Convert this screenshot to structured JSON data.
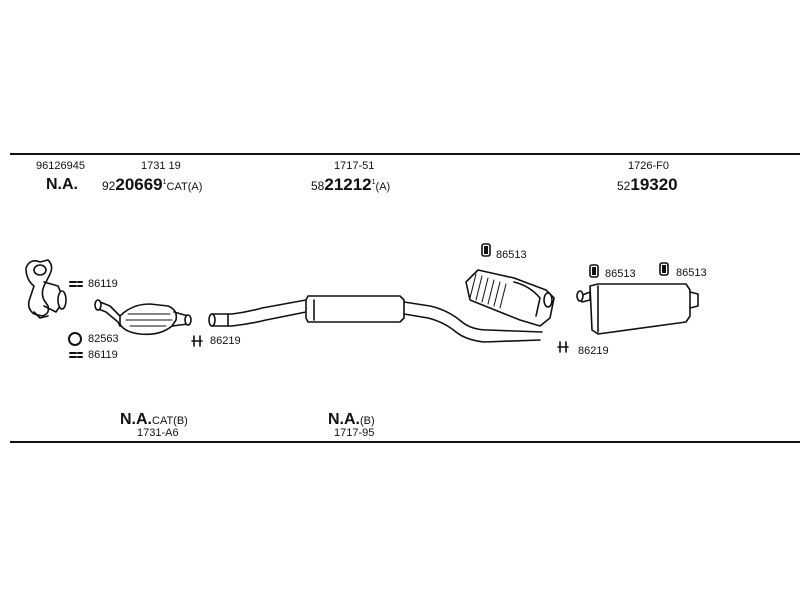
{
  "header": {
    "col1": {
      "ref": "96126945",
      "na": "N.A."
    },
    "col2": {
      "ref": "1731 19",
      "prefix": "92",
      "code": "20669",
      "sup": "1",
      "suffix": "CAT(A)"
    },
    "col3": {
      "ref": "1717-51",
      "prefix": "58",
      "code": "21212",
      "sup": "1",
      "suffix": "(A)"
    },
    "col4": {
      "ref": "1726-F0",
      "prefix": "52",
      "code": "19320"
    }
  },
  "parts": {
    "clamp_86119_a": "86119",
    "ring_82563": "82563",
    "clamp_86119_b": "86119",
    "clamp_86219_a": "86219",
    "mount_86513_a": "86513",
    "mount_86513_b": "86513",
    "mount_86513_c": "86513",
    "clamp_86219_b": "86219"
  },
  "footer": {
    "cat_b": {
      "na": "N.A.",
      "suffix": "CAT(B)",
      "ref": "1731-A6"
    },
    "mid_b": {
      "na": "N.A.",
      "suffix": "(B)",
      "ref": "1717-95"
    }
  }
}
